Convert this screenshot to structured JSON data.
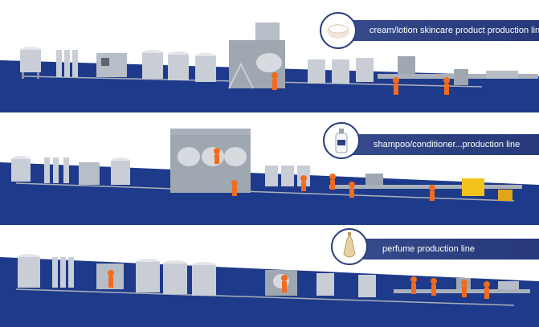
{
  "lines": [
    {
      "label": "cream/lotion skincare product production line",
      "icon": "cream-jar-icon"
    },
    {
      "label": "shampoo/conditioner...production line",
      "icon": "shampoo-bottle-icon"
    },
    {
      "label": "perfume production line",
      "icon": "perfume-bottle-icon"
    }
  ],
  "colors": {
    "floor": "#1e3a8a",
    "steel": "#c9ced6",
    "worker": "#f26b1d",
    "banner": "#2b3f7f"
  }
}
